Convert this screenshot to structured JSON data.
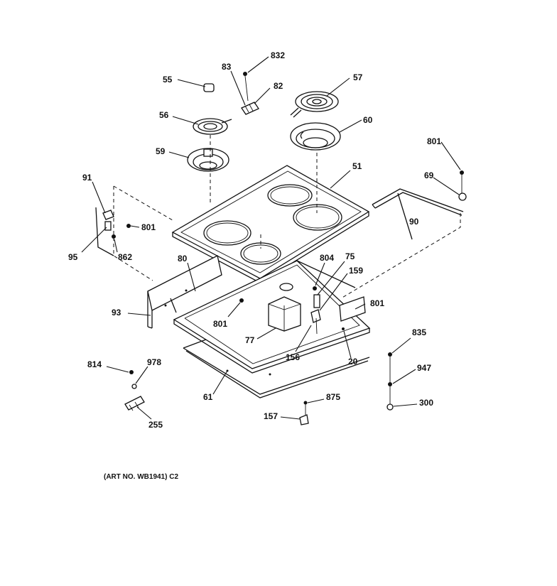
{
  "art_number": "(ART NO. WB1941) C2",
  "parts": [
    {
      "id": "55"
    },
    {
      "id": "83"
    },
    {
      "id": "832"
    },
    {
      "id": "82"
    },
    {
      "id": "57"
    },
    {
      "id": "56"
    },
    {
      "id": "60"
    },
    {
      "id": "59"
    },
    {
      "id": "801"
    },
    {
      "id": "69"
    },
    {
      "id": "51"
    },
    {
      "id": "91"
    },
    {
      "id": "90"
    },
    {
      "id": "801"
    },
    {
      "id": "95"
    },
    {
      "id": "862"
    },
    {
      "id": "80"
    },
    {
      "id": "804"
    },
    {
      "id": "75"
    },
    {
      "id": "159"
    },
    {
      "id": "93"
    },
    {
      "id": "801"
    },
    {
      "id": "801"
    },
    {
      "id": "77"
    },
    {
      "id": "156"
    },
    {
      "id": "20"
    },
    {
      "id": "835"
    },
    {
      "id": "814"
    },
    {
      "id": "978"
    },
    {
      "id": "947"
    },
    {
      "id": "61"
    },
    {
      "id": "875"
    },
    {
      "id": "300"
    },
    {
      "id": "157"
    },
    {
      "id": "255"
    }
  ]
}
